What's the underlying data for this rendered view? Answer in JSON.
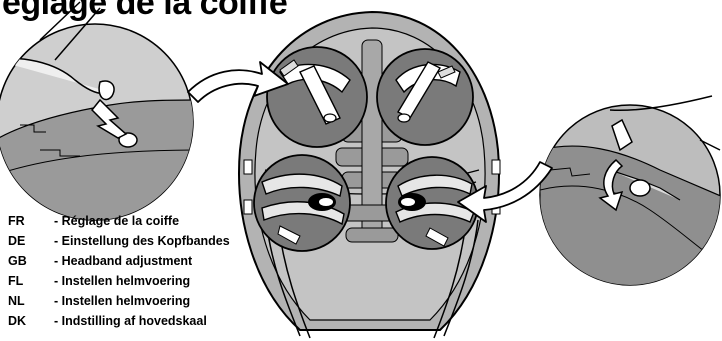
{
  "title": "églage de la coiffe",
  "legend": [
    {
      "code": "FR",
      "text": "- Réglage de la coiffe"
    },
    {
      "code": "DE",
      "text": "- Einstellung des Kopfbandes"
    },
    {
      "code": "GB",
      "text": "- Headband adjustment"
    },
    {
      "code": "FL",
      "text": "- Instellen helmvoering"
    },
    {
      "code": "NL",
      "text": "- Instellen helmvoering"
    },
    {
      "code": "DK",
      "text": "- Indstilling af hovedskaal"
    }
  ],
  "colors": {
    "helmet_fill": "#b3b3b3",
    "detail_fill": "#7a7a7a",
    "pad_fill": "#e6e6e6",
    "line": "#000000",
    "arrow_fill": "#ffffff"
  },
  "icons": [
    "helmet-inside-illustration",
    "zoom-circle-left",
    "zoom-circle-right",
    "curved-arrow"
  ]
}
